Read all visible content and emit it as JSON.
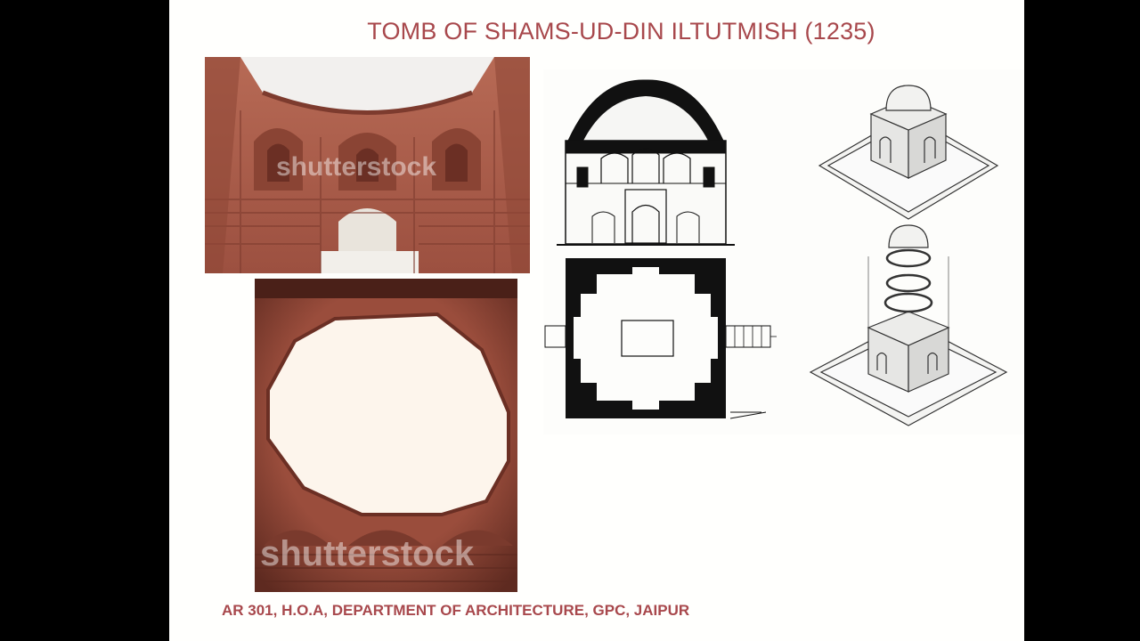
{
  "slide": {
    "title": "TOMB OF SHAMS-UD-DIN ILTUTMISH (1235)",
    "footer": "AR 301, H.O.A, DEPARTMENT OF ARCHITECTURE, GPC, JAIPUR"
  },
  "images": {
    "interior_photo": {
      "watermark": "shutterstock"
    },
    "ceiling_photo": {
      "watermark": "shutterstock"
    }
  },
  "colors": {
    "accent": "#a8484c",
    "background": "#fffffd",
    "sandstone": "#a45a48"
  }
}
